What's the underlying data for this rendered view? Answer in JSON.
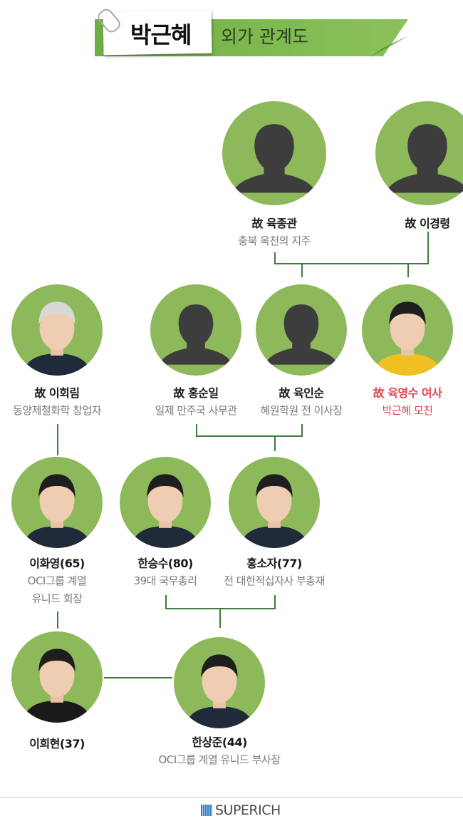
{
  "header": {
    "title": "박근혜",
    "subtitle": "외가 관계도"
  },
  "persons": [
    {
      "name": "故 육종관",
      "desc": [
        "충북 옥천의 지주"
      ],
      "photo": "silhouette"
    },
    {
      "name": "故 이경령",
      "desc": [],
      "photo": "silhouette"
    },
    {
      "name": "故 이회림",
      "desc": [
        "동양제철화학 창업자"
      ],
      "photo": "portrait"
    },
    {
      "name": "故 홍순일",
      "desc": [
        "일제 만주국 사무관"
      ],
      "photo": "silhouette"
    },
    {
      "name": "故 육인순",
      "desc": [
        "혜원학원 전 이사장"
      ],
      "photo": "silhouette"
    },
    {
      "name": "故 육영수 여사",
      "desc": [
        "박근혜 모친"
      ],
      "photo": "portrait",
      "highlight": true
    },
    {
      "name": "이화영(65)",
      "desc": [
        "OCI그룹 계열",
        "유니드 회장"
      ],
      "photo": "portrait"
    },
    {
      "name": "한승수(80)",
      "desc": [
        "39대 국무총리"
      ],
      "photo": "portrait"
    },
    {
      "name": "홍소자(77)",
      "desc": [
        "전 대한적십자사 부총재"
      ],
      "photo": "portrait"
    },
    {
      "name": "이희현(37)",
      "desc": [],
      "photo": "portrait"
    },
    {
      "name": "한상준(44)",
      "desc": [
        "OCI그룹 계열 유니드 부사장"
      ],
      "photo": "portrait"
    }
  ],
  "footer": {
    "brand": "SUPERICH"
  },
  "colors": {
    "circle": "#8eb95b",
    "line": "#3f7d3c",
    "highlight": "#e0454f"
  }
}
